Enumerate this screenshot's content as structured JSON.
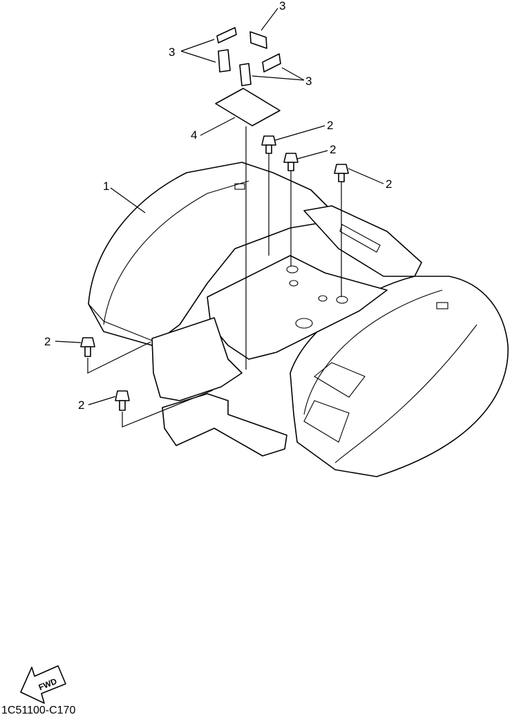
{
  "callouts": [
    {
      "id": "c3a",
      "text": "3"
    },
    {
      "id": "c3b",
      "text": "3"
    },
    {
      "id": "c3c",
      "text": "3"
    },
    {
      "id": "c4",
      "text": "4"
    },
    {
      "id": "c2a",
      "text": "2"
    },
    {
      "id": "c2b",
      "text": "2"
    },
    {
      "id": "c2c",
      "text": "2"
    },
    {
      "id": "c1",
      "text": "1"
    },
    {
      "id": "c2d",
      "text": "2"
    },
    {
      "id": "c2e",
      "text": "2"
    }
  ],
  "fwd_label": "FWD",
  "drawing_id": "1C51100-C170"
}
